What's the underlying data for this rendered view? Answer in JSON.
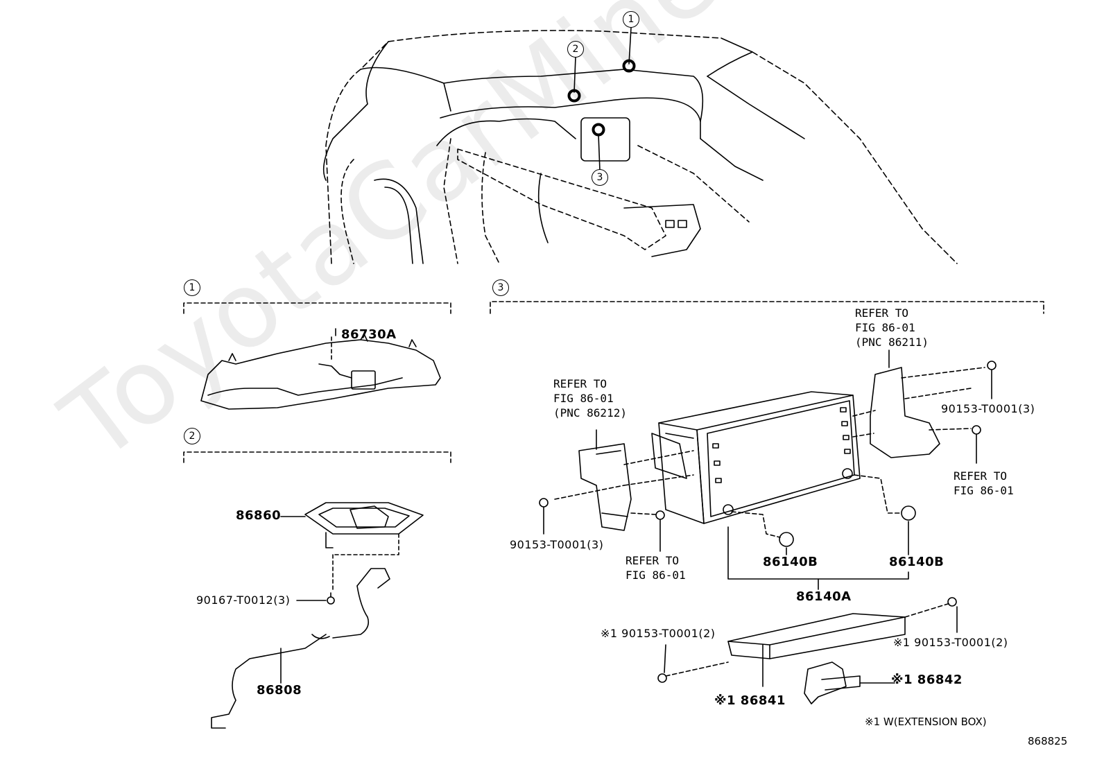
{
  "watermark": "ToyotaCarMine.ru",
  "callouts": {
    "c1": "1",
    "c2": "2",
    "c3": "3"
  },
  "sections": {
    "s1": "1",
    "s2": "2",
    "s3": "3"
  },
  "parts": {
    "p86730A": "86730A",
    "p86860": "86860",
    "p90167": "90167-T0012(3)",
    "p86808": "86808",
    "p90153_left": "90153-T0001(3)",
    "p90153_right": "90153-T0001(3)",
    "p86140B_left": "86140B",
    "p86140B_right": "86140B",
    "p86140A": "86140A",
    "p90153_box_left": "※1 90153-T0001(2)",
    "p90153_box_right": "※1 90153-T0001(2)",
    "p86841": "※1 86841",
    "p86842": "※1 86842"
  },
  "refs": {
    "ref_pnc86212": "REFER TO\nFIG 86-01\n(PNC 86212)",
    "ref_pnc86211": "REFER TO\nFIG 86-01\n(PNC 86211)",
    "ref_bottom": "REFER TO\nFIG 86-01",
    "ref_right": "REFER TO\nFIG 86-01"
  },
  "footnote": "※1 W(EXTENSION BOX)",
  "diagram_number": "868825"
}
